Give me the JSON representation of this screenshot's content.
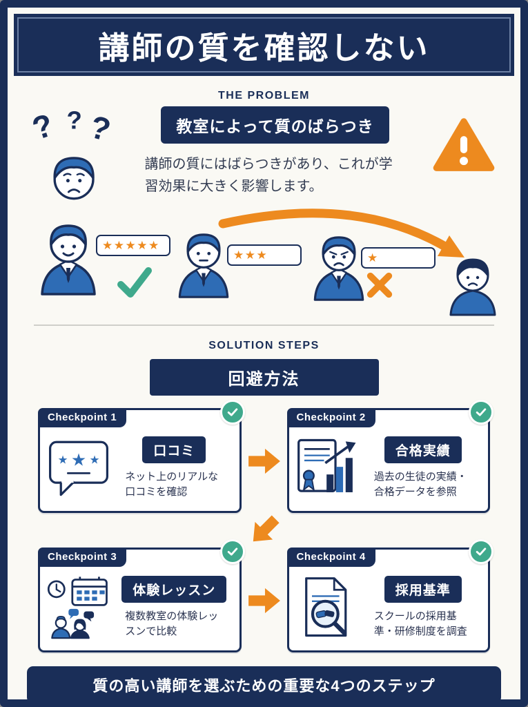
{
  "colors": {
    "navy": "#1a2e58",
    "orange": "#ed8a1f",
    "green": "#3fa98c",
    "blue": "#2e6cb5",
    "background": "#faf9f4"
  },
  "header": {
    "title": "講師の質を確認しない"
  },
  "problem": {
    "section_label": "THE PROBLEM",
    "badge": "教室によって質のばらつき",
    "description": "講師の質にはばらつきがあり、これが学習効果に大きく影響します。",
    "ratings": {
      "max": 5,
      "teachers": [
        5,
        3,
        1
      ]
    }
  },
  "solution": {
    "section_label": "SOLUTION STEPS",
    "badge": "回避方法",
    "checkpoints": [
      {
        "label": "Checkpoint 1",
        "title": "口コミ",
        "description": "ネット上のリアルな口コミを確認",
        "icon": "review-speech-bubble-icon"
      },
      {
        "label": "Checkpoint 2",
        "title": "合格実績",
        "description": "過去の生徒の実績・合格データを参照",
        "icon": "certificate-chart-icon"
      },
      {
        "label": "Checkpoint 3",
        "title": "体験レッスン",
        "description": "複数教室の体験レッスンで比較",
        "icon": "trial-lesson-icon"
      },
      {
        "label": "Checkpoint 4",
        "title": "採用基準",
        "description": "スクールの採用基準・研修制度を調査",
        "icon": "hiring-criteria-icon"
      }
    ]
  },
  "footer": {
    "banner": "質の高い講師を選ぶための重要な4つのステップ"
  }
}
